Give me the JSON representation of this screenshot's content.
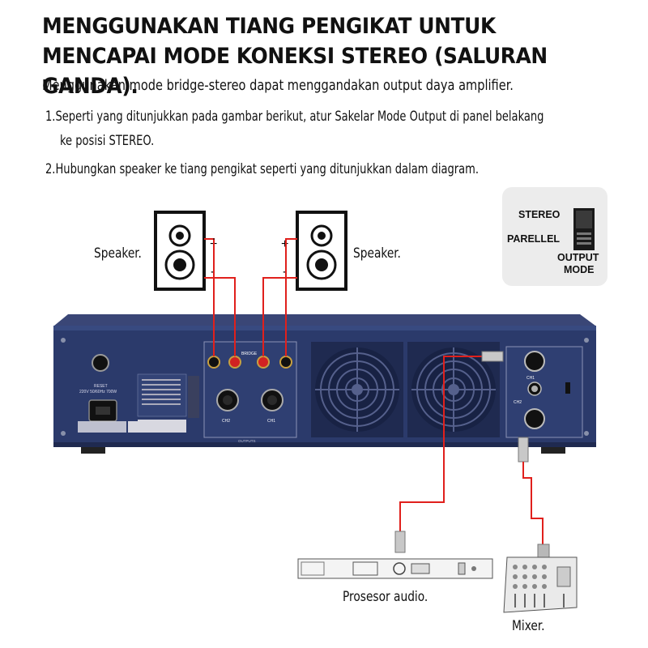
{
  "title": "MENGGUNAKAN TIANG PENGIKAT UNTUK MENCAPAI MODE KONEKSI STEREO (SALURAN GANDA).",
  "intro": "Menggunakan mode bridge-stereo dapat menggandakan output daya amplifier.",
  "steps": [
    "1.Seperti yang ditunjukkan pada gambar berikut, atur Sakelar Mode Output di panel belakang",
    "ke posisi STEREO.",
    "2.Hubungkan speaker ke tiang pengikat seperti yang ditunjukkan dalam diagram."
  ],
  "speakers": [
    {
      "label": "Speaker.",
      "plus": "+",
      "minus": "-"
    },
    {
      "label": "Speaker.",
      "plus": "+",
      "minus": "-"
    }
  ],
  "switch_inset": {
    "stereo": "STEREO",
    "parallel": "PARELLEL",
    "output": "OUTPUT",
    "mode": "MODE"
  },
  "devices": {
    "processor": "Prosesor audio.",
    "mixer": "Mixer."
  },
  "amp_panel": {
    "reset": "RESET",
    "power": "220V 50/60Hz 700W",
    "ch1": "CH1",
    "ch2": "CH2",
    "bridge": "BRIDGE",
    "outputs": "OUTPUTS"
  },
  "colors": {
    "panel": "#2b3a6b",
    "wire": "#e0201c",
    "inset_bg": "#ececec"
  }
}
